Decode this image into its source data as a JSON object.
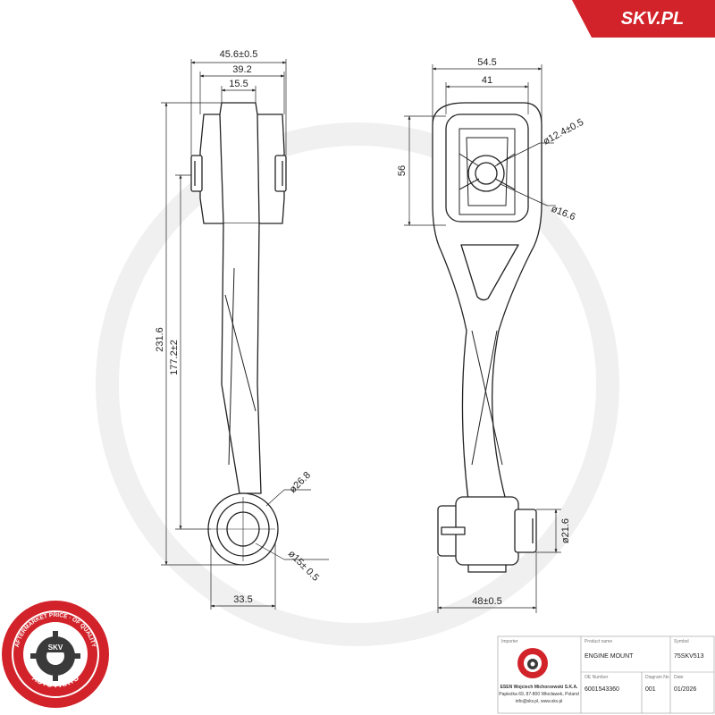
{
  "brand": {
    "name": "SKV.PL",
    "color": "#d2232a"
  },
  "logo": {
    "ring_text": "AFTERMARKET PRICE · OF QUALITY",
    "inner_text": "SKV",
    "bottom_text": "AUTO PARTS"
  },
  "dimensions": {
    "side_view": {
      "overall_width": "45.6±0.5",
      "inner_width": "39.2",
      "bar_width": "15.5",
      "total_length": "231.6",
      "center_distance": "177.2±2",
      "bushing_outer": "ø26.8",
      "bushing_inner": "ø15± 0.5",
      "bushing_width": "33.5"
    },
    "front_view": {
      "overall_width": "54.5",
      "inner_width": "41",
      "height": "56",
      "bolt_hole": "ø12.4±0.5",
      "bolt_head": "ø16.6",
      "bushing_diameter": "ø21.6",
      "bushing_length": "48±0.5"
    }
  },
  "title_block": {
    "importer_label": "Importer",
    "importer_name": "ESEN Wojciech Michorzewski S.K.A.",
    "importer_address": "Papieżka 69, 87-800 Włocławek, Poland",
    "importer_contact": "info@skv.pl, www.skv.pl",
    "product_label": "Product name",
    "product_name": "ENGINE MOUNT",
    "symbol_label": "Symbol",
    "symbol": "75SKV513",
    "oe_label": "OE Number",
    "oe_number": "6001543360",
    "diagram_label": "Diagram No",
    "diagram_no": "001",
    "date_label": "Date",
    "date": "01/2026"
  }
}
